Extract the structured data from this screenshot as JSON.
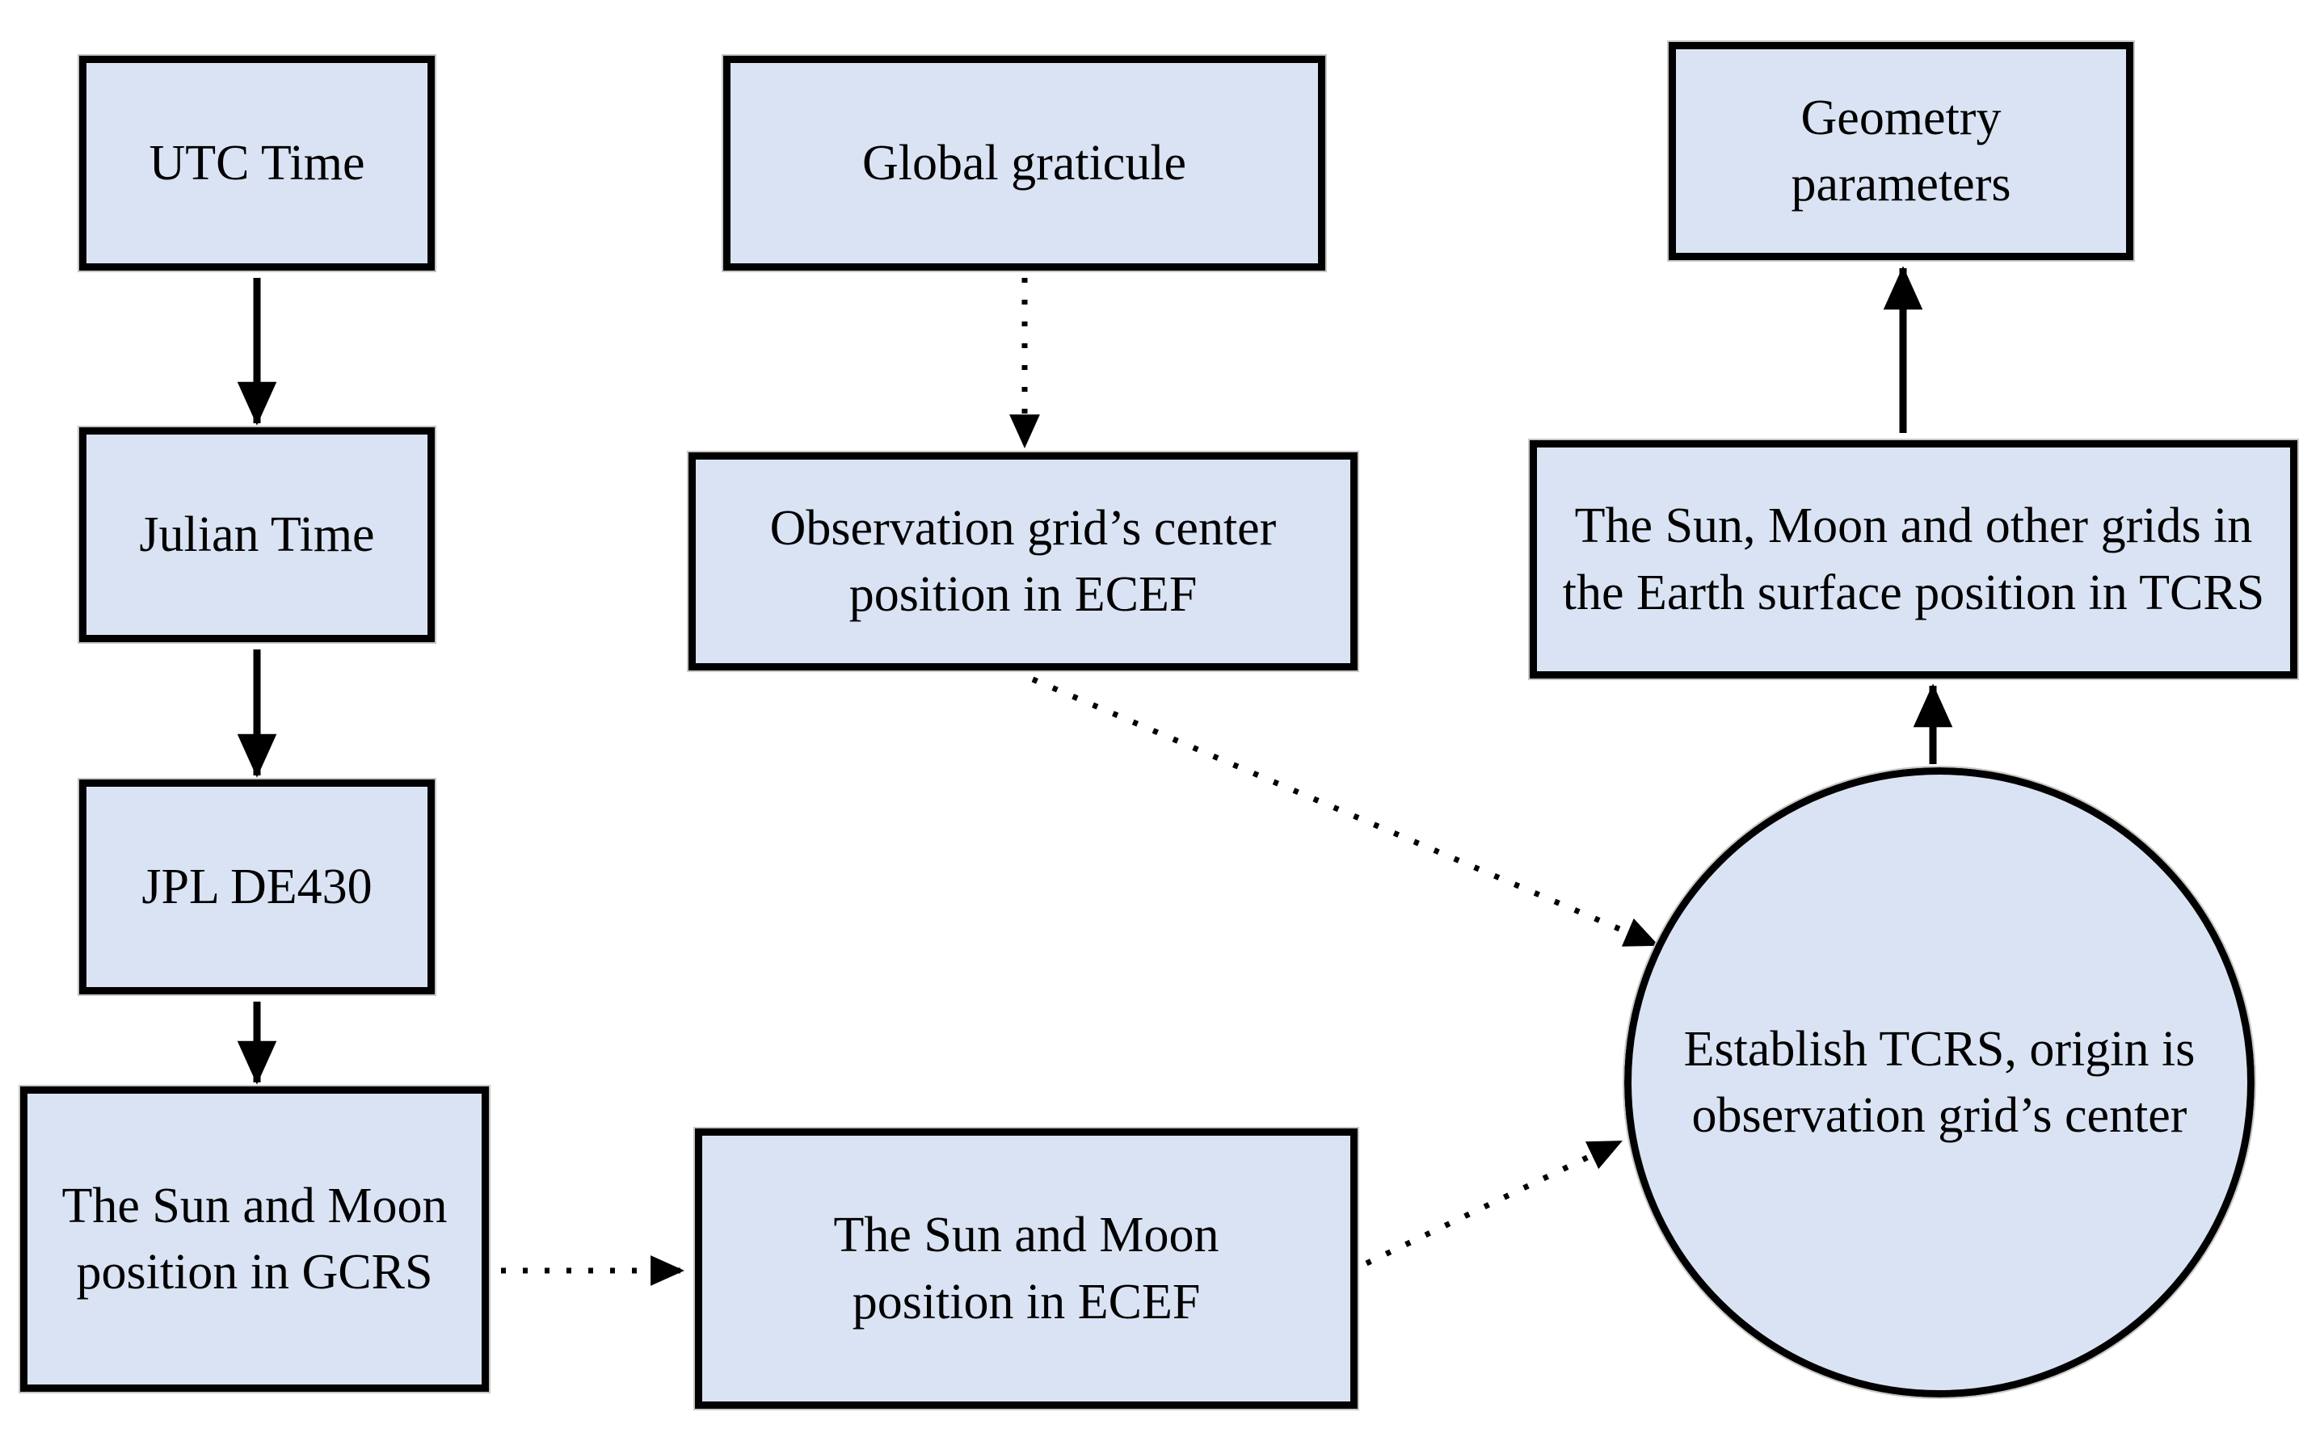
{
  "diagram": {
    "type": "flowchart",
    "background": "#ffffff",
    "colors": {
      "node_fill": "#dae3f3",
      "node_border": "#000000",
      "arrow": "#000000",
      "text": "#000000"
    },
    "nodes": {
      "utc": {
        "label": "UTC Time",
        "shape": "rect"
      },
      "julian": {
        "label": "Julian Time",
        "shape": "rect"
      },
      "jpl": {
        "label": "JPL DE430",
        "shape": "rect"
      },
      "gcrs": {
        "label": "The Sun and Moon position in GCRS",
        "shape": "rect"
      },
      "graticule": {
        "label": "Global graticule",
        "shape": "rect"
      },
      "obs_center": {
        "label": "Observation grid’s center position in ECEF",
        "shape": "rect"
      },
      "sun_moon_ecef": {
        "label": "The Sun and Moon position in ECEF",
        "shape": "rect"
      },
      "establish_tcrs": {
        "label": "Establish TCRS, origin is observation grid’s center",
        "shape": "circle"
      },
      "grids_tcrs": {
        "label": "The Sun, Moon and other grids in the Earth surface position in TCRS",
        "shape": "rect"
      },
      "geometry": {
        "label": "Geometry parameters",
        "shape": "rect"
      }
    },
    "edges": [
      {
        "id": "utc-julian",
        "from": "utc",
        "to": "julian",
        "style": "solid",
        "direction": "down"
      },
      {
        "id": "julian-jpl",
        "from": "julian",
        "to": "jpl",
        "style": "solid",
        "direction": "down"
      },
      {
        "id": "jpl-gcrs",
        "from": "jpl",
        "to": "gcrs",
        "style": "solid",
        "direction": "down"
      },
      {
        "id": "graticule-obs",
        "from": "graticule",
        "to": "obs_center",
        "style": "dotted",
        "direction": "down"
      },
      {
        "id": "gcrs-ecef",
        "from": "gcrs",
        "to": "sun_moon_ecef",
        "style": "dotted",
        "direction": "right"
      },
      {
        "id": "obs-circle",
        "from": "obs_center",
        "to": "establish_tcrs",
        "style": "dotted",
        "direction": "diagonal-down-right"
      },
      {
        "id": "ecef-circle",
        "from": "sun_moon_ecef",
        "to": "establish_tcrs",
        "style": "dotted",
        "direction": "diagonal-up-right"
      },
      {
        "id": "circle-grids",
        "from": "establish_tcrs",
        "to": "grids_tcrs",
        "style": "solid",
        "direction": "up"
      },
      {
        "id": "grids-geometry",
        "from": "grids_tcrs",
        "to": "geometry",
        "style": "solid",
        "direction": "up"
      }
    ]
  }
}
